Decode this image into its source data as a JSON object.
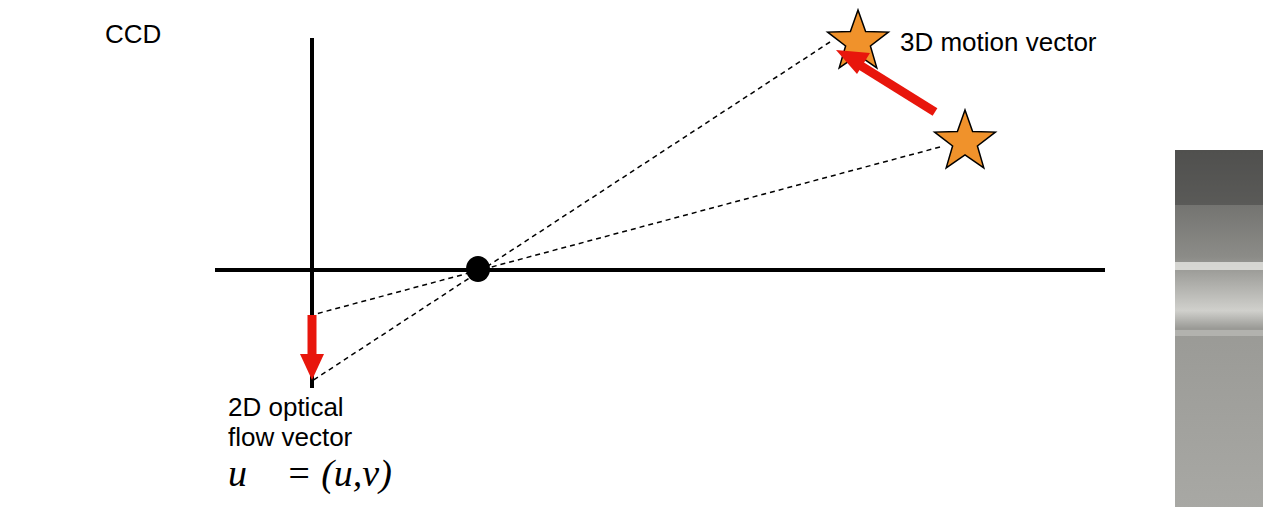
{
  "diagram": {
    "labels": [
      "CCD",
      "3D motion vector",
      "2D optical flow vector",
      "u⃗ = (u,v)"
    ]
  }
}
